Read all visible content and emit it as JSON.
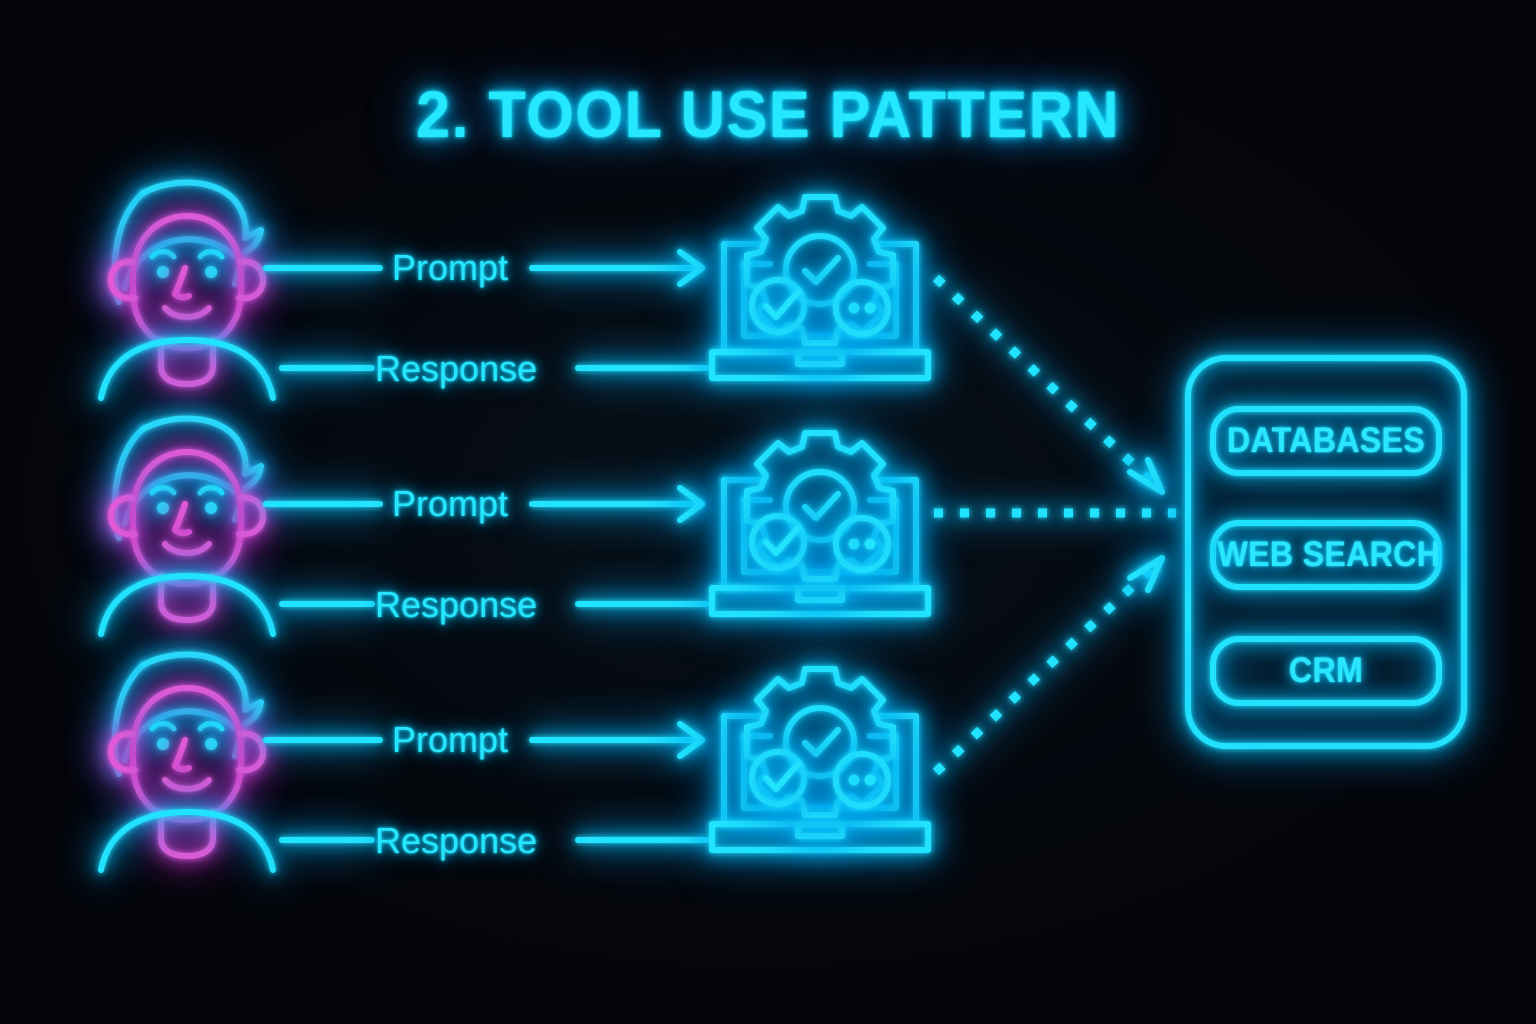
{
  "page": {
    "title": "2. TOOL USE PATTERN",
    "background_color": "#050509",
    "accent_cyan": "#22e3ff",
    "accent_magenta": "#e05ad8"
  },
  "rows": [
    {
      "user_icon": "person-avatar-icon",
      "prompt_label": "Prompt",
      "response_label": "Response",
      "agent_icon": "laptop-gear-agent-icon"
    },
    {
      "user_icon": "person-avatar-icon",
      "prompt_label": "Prompt",
      "response_label": "Response",
      "agent_icon": "laptop-gear-agent-icon"
    },
    {
      "user_icon": "person-avatar-icon",
      "prompt_label": "Prompt",
      "response_label": "Response",
      "agent_icon": "laptop-gear-agent-icon"
    }
  ],
  "tools_panel": {
    "items": [
      {
        "label": "DATABASES"
      },
      {
        "label": "WEB SEARCH"
      },
      {
        "label": "CRM"
      }
    ]
  },
  "connectors": [
    {
      "name": "agent-1-to-tools",
      "style": "dotted-arrow",
      "direction": "down-right"
    },
    {
      "name": "agent-2-to-tools",
      "style": "dotted-arrow",
      "direction": "right"
    },
    {
      "name": "agent-3-to-tools",
      "style": "dotted-arrow",
      "direction": "up-right"
    }
  ]
}
